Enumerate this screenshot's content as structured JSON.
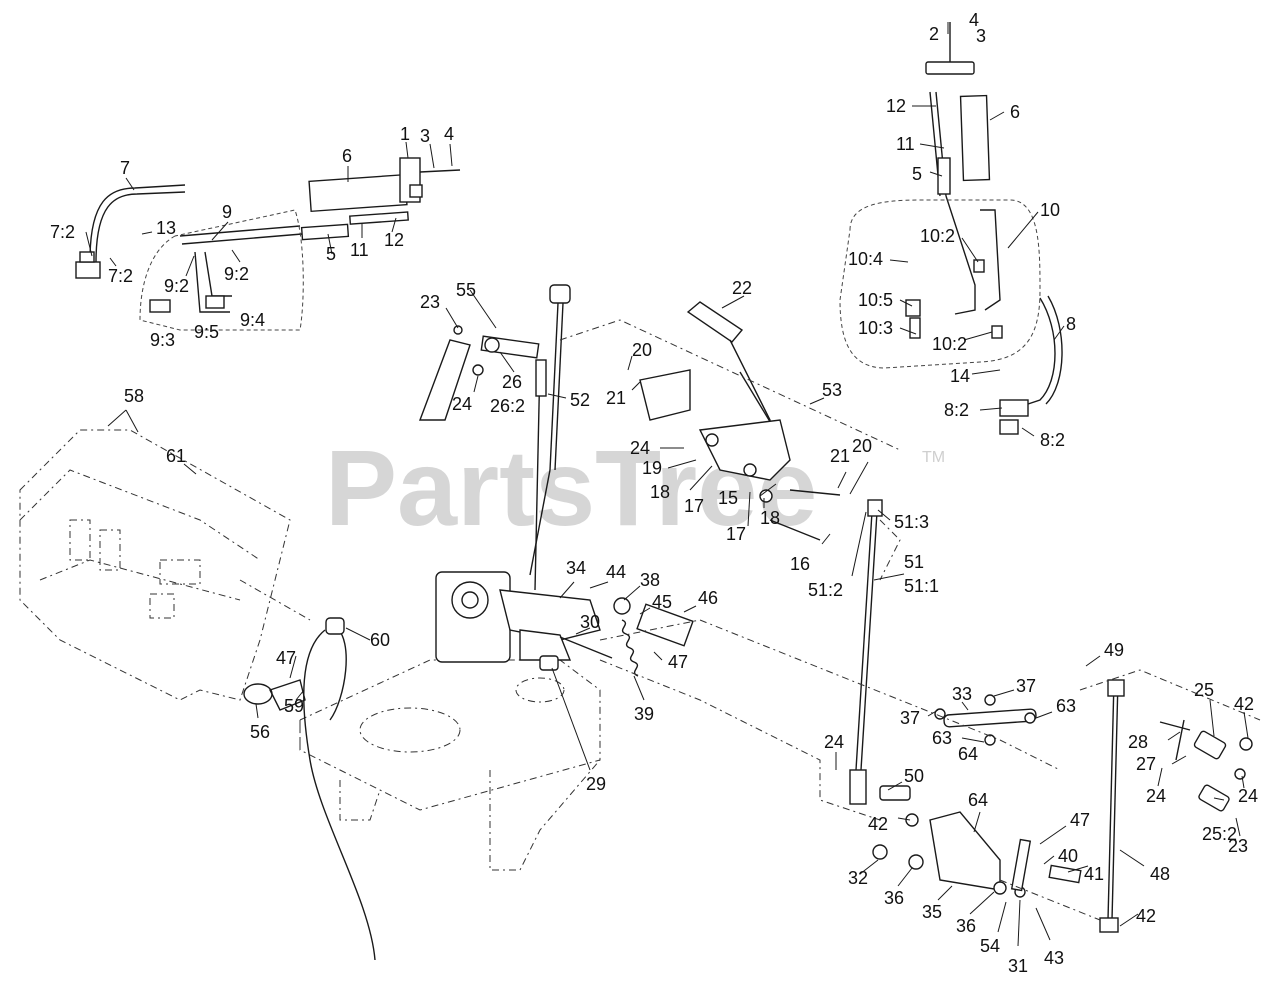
{
  "watermark": {
    "brand": "PartsTree",
    "trademark": "TM"
  },
  "callouts": [
    {
      "label": "4"
    },
    {
      "label": "2"
    },
    {
      "label": "3"
    },
    {
      "label": "12"
    },
    {
      "label": "6"
    },
    {
      "label": "11"
    },
    {
      "label": "5"
    },
    {
      "label": "10"
    },
    {
      "label": "10:2"
    },
    {
      "label": "10:4"
    },
    {
      "label": "10:5"
    },
    {
      "label": "10:3"
    },
    {
      "label": "10:2"
    },
    {
      "label": "8"
    },
    {
      "label": "14"
    },
    {
      "label": "8:2"
    },
    {
      "label": "8:2"
    },
    {
      "label": "7"
    },
    {
      "label": "1"
    },
    {
      "label": "3"
    },
    {
      "label": "4"
    },
    {
      "label": "6"
    },
    {
      "label": "9"
    },
    {
      "label": "7:2"
    },
    {
      "label": "13"
    },
    {
      "label": "7:2"
    },
    {
      "label": "9:2"
    },
    {
      "label": "9:2"
    },
    {
      "label": "5"
    },
    {
      "label": "11"
    },
    {
      "label": "12"
    },
    {
      "label": "9:4"
    },
    {
      "label": "9:3"
    },
    {
      "label": "9:5"
    },
    {
      "label": "23"
    },
    {
      "label": "55"
    },
    {
      "label": "26"
    },
    {
      "label": "24"
    },
    {
      "label": "26:2"
    },
    {
      "label": "52"
    },
    {
      "label": "22"
    },
    {
      "label": "20"
    },
    {
      "label": "21"
    },
    {
      "label": "53"
    },
    {
      "label": "24"
    },
    {
      "label": "19"
    },
    {
      "label": "18"
    },
    {
      "label": "17"
    },
    {
      "label": "15"
    },
    {
      "label": "17"
    },
    {
      "label": "18"
    },
    {
      "label": "16"
    },
    {
      "label": "21"
    },
    {
      "label": "20"
    },
    {
      "label": "51:3"
    },
    {
      "label": "51:2"
    },
    {
      "label": "51"
    },
    {
      "label": "51:1"
    },
    {
      "label": "58"
    },
    {
      "label": "61"
    },
    {
      "label": "60"
    },
    {
      "label": "47"
    },
    {
      "label": "56"
    },
    {
      "label": "59"
    },
    {
      "label": "34"
    },
    {
      "label": "44"
    },
    {
      "label": "38"
    },
    {
      "label": "45"
    },
    {
      "label": "46"
    },
    {
      "label": "30"
    },
    {
      "label": "47"
    },
    {
      "label": "39"
    },
    {
      "label": "29"
    },
    {
      "label": "49"
    },
    {
      "label": "25"
    },
    {
      "label": "42"
    },
    {
      "label": "33"
    },
    {
      "label": "37"
    },
    {
      "label": "37"
    },
    {
      "label": "63"
    },
    {
      "label": "63"
    },
    {
      "label": "64"
    },
    {
      "label": "28"
    },
    {
      "label": "27"
    },
    {
      "label": "24"
    },
    {
      "label": "24"
    },
    {
      "label": "24"
    },
    {
      "label": "50"
    },
    {
      "label": "25:2"
    },
    {
      "label": "23"
    },
    {
      "label": "42"
    },
    {
      "label": "64"
    },
    {
      "label": "47"
    },
    {
      "label": "40"
    },
    {
      "label": "41"
    },
    {
      "label": "48"
    },
    {
      "label": "32"
    },
    {
      "label": "36"
    },
    {
      "label": "35"
    },
    {
      "label": "36"
    },
    {
      "label": "54"
    },
    {
      "label": "31"
    },
    {
      "label": "43"
    },
    {
      "label": "42"
    }
  ]
}
